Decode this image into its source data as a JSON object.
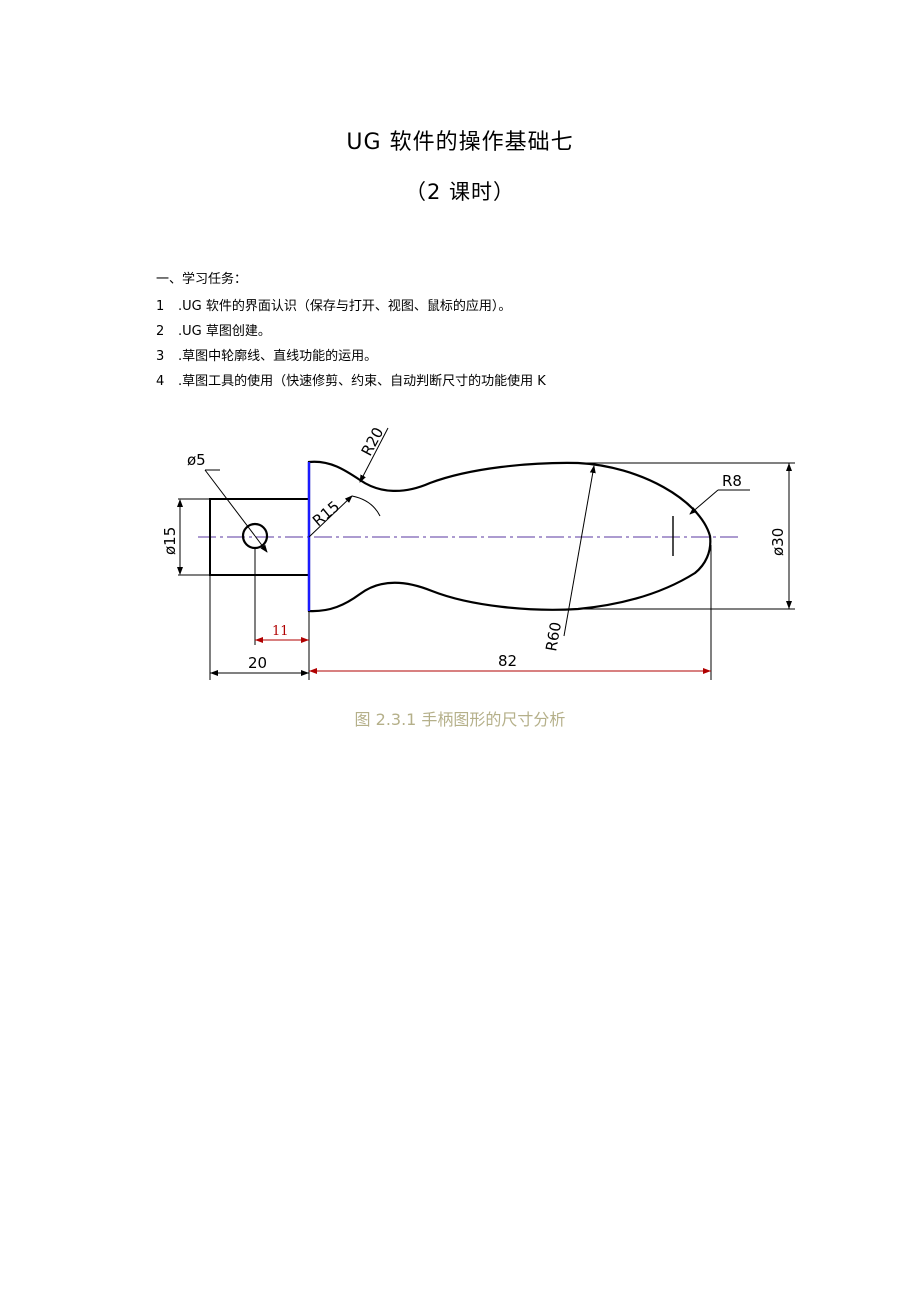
{
  "header": {
    "title": "UG 软件的操作基础七",
    "subtitle": "（2 课时）"
  },
  "section": {
    "heading": "一、学习任务：",
    "items": [
      {
        "num": "1",
        "text": ".UG 软件的界面认识（保存与打开、视图、鼠标的应用）。"
      },
      {
        "num": "2",
        "text": ".UG 草图创建。"
      },
      {
        "num": "3",
        "text": ".草图中轮廓线、直线功能的运用。"
      },
      {
        "num": "4",
        "text": ".草图工具的使用（快速修剪、约束、自动判断尺寸的功能使用 K"
      }
    ]
  },
  "figure": {
    "dimensions": {
      "d5": "ø5",
      "d15": "ø15",
      "r20": "R20",
      "r15": "R15",
      "r8": "R8",
      "d30": "ø30",
      "r60": "R60",
      "len11": "11",
      "len20": "20",
      "len82": "82"
    },
    "caption": "图 2.3.1 手柄图形的尺寸分析",
    "colors": {
      "outline": "#000000",
      "centerline": "#7b5fb3",
      "profile_edge": "#1a1aff",
      "red_dim": "#b00000",
      "caption": "#b5b08a"
    }
  }
}
